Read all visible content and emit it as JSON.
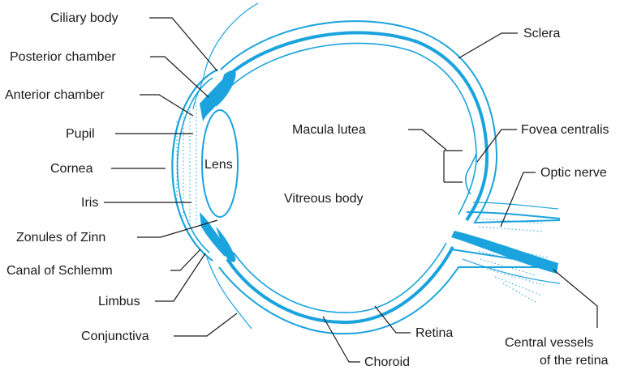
{
  "colors": {
    "structure": "#1aa3dd",
    "leader": "#1a1a1a",
    "background": "#ffffff"
  },
  "labels": {
    "ciliary_body": "Ciliary body",
    "posterior_chamber": "Posterior chamber",
    "anterior_chamber": "Anterior chamber",
    "pupil": "Pupil",
    "cornea": "Cornea",
    "iris": "Iris",
    "zonules": "Zonules of Zinn",
    "canal_schlemm": "Canal of Schlemm",
    "limbus": "Limbus",
    "conjunctiva": "Conjunctiva",
    "lens": "Lens",
    "vitreous_body": "Vitreous body",
    "macula_lutea": "Macula lutea",
    "sclera": "Sclera",
    "fovea_centralis": "Fovea centralis",
    "optic_nerve": "Optic nerve",
    "retina": "Retina",
    "choroid": "Choroid",
    "central_vessels_line1": "Central vessels",
    "central_vessels_line2": "of the retina"
  }
}
